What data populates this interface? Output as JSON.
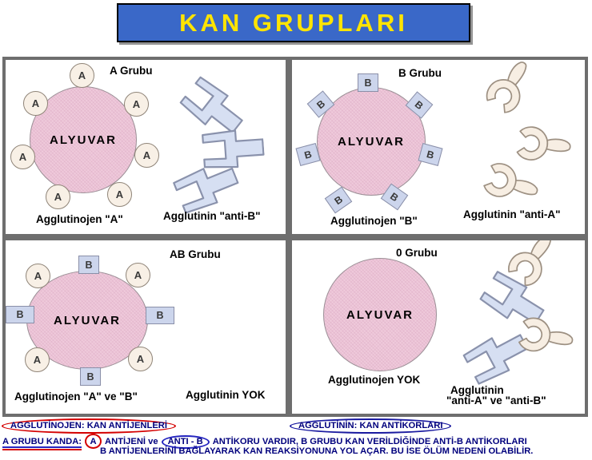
{
  "title": "KAN GRUPLARI",
  "cell_texture": "crosshatched pink circle",
  "panels": [
    {
      "id": "a-grubu",
      "title": "A Grubu",
      "cell_label": "ALYUVAR",
      "antigen_label": "A",
      "antigen_shape": "circle",
      "antigen_count": 7,
      "antibody_shape": "fork",
      "antibody_count": 3,
      "agglutinojen_label": "Agglutinojen \"A\"",
      "agglutinin_label": "Agglutinin \"anti-B\""
    },
    {
      "id": "b-grubu",
      "title": "B Grubu",
      "cell_label": "ALYUVAR",
      "antigen_label": "B",
      "antigen_shape": "square",
      "antigen_count": 7,
      "antibody_shape": "claw",
      "antibody_count": 3,
      "agglutinojen_label": "Agglutinojen \"B\"",
      "agglutinin_label": "Agglutinin \"anti-A\""
    },
    {
      "id": "ab-grubu",
      "title": "AB Grubu",
      "cell_label": "ALYUVAR",
      "antigen_a_label": "A",
      "antigen_b_label": "B",
      "antigen_count": 8,
      "antibody_count": 0,
      "agglutinojen_label": "Agglutinojen \"A\" ve \"B\"",
      "agglutinin_label": "Agglutinin YOK"
    },
    {
      "id": "0-grubu",
      "title": "0 Grubu",
      "cell_label": "ALYUVAR",
      "antigen_count": 0,
      "antibody_count": 4,
      "agglutinojen_label": "Agglutinojen YOK",
      "agglutinin_label_line1": "Agglutinin",
      "agglutinin_label_line2": "\"anti-A\" ve \"anti-B\""
    }
  ],
  "footer": {
    "legend_left": "AGGLUTİNOJEN: KAN ANTİJENLERİ",
    "legend_right": "AGGLUTİNİN: KAN ANTİKORLARI",
    "line2": {
      "part1": "A GRUBU KANDA:",
      "part2": "A",
      "part3": "ANTİJENİ ve",
      "part4": "ANTI - B",
      "part5": "ANTİKORU VARDIR, B GRUBU KAN VERİLDİĞİNDE ANTİ-B ANTİKORLARI"
    },
    "line3": "B ANTİJENLERİNİ BAĞLAYARAK KAN REAKSİYONUNA YOL AÇAR. BU İSE ÖLÜM NEDENİ OLABİLİR."
  },
  "icons": {
    "antibody_anti_b": "fork-shape (light blue)",
    "antibody_anti_a": "claw-shape (cream)"
  },
  "colors": {
    "title_bg": "#3a68c8",
    "title_text": "#ffe400",
    "grid_border": "#6e6e6e",
    "cell_fill": "#efcadb",
    "antigen_a_fill": "#f8f0e6",
    "antigen_b_fill": "#ccd5ec",
    "antibody_anti_b_fill": "#d6dff2",
    "antibody_anti_a_fill": "#f7eee3",
    "footer_text": "#00007d",
    "annotation_red": "#d40000",
    "annotation_blue": "#2525c0"
  }
}
